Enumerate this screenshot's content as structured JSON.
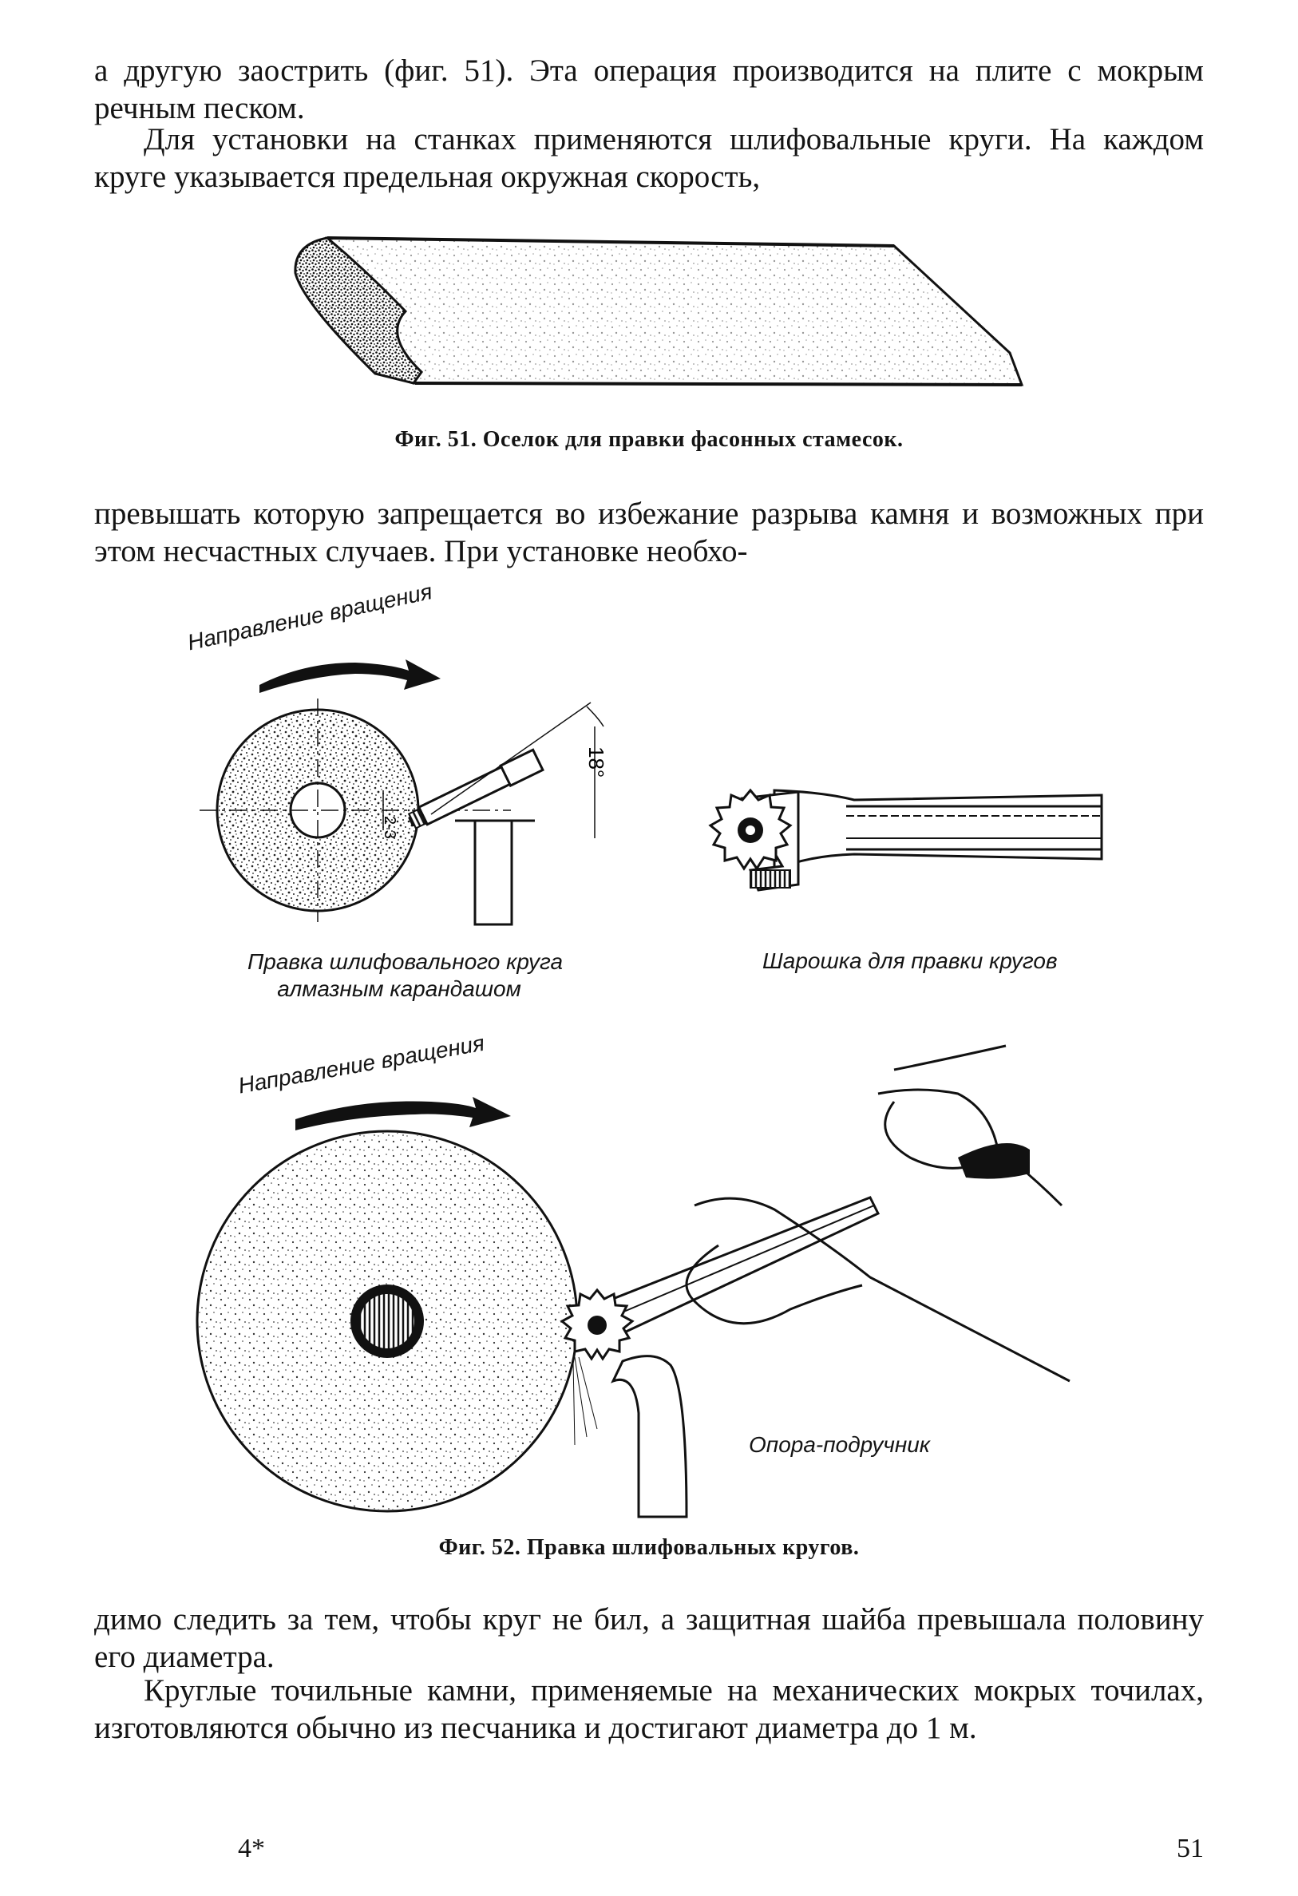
{
  "paragraphs": {
    "p1": "а другую заострить (фиг. 51). Эта операция производится на плите с мокрым речным песком.",
    "p2": "Для установки на станках применяются шлифовальные круги. На каждом круге указывается предельная окружная скорость,",
    "p3": "превышать которую запрещается во избежание разрыва камня и возможных при этом несчастных случаев. При установке необхо-",
    "p4": "димо следить за тем, чтобы круг не бил, а защитная шайба превышала половину его диаметра.",
    "p5": "Круглые точильные камни, применяемые на механических мокрых точилах, изготовляются обычно из песчаника и достигают диаметра до 1 м."
  },
  "fig51": {
    "caption": "Фиг. 51. Оселок для правки фасонных стамесок."
  },
  "fig52": {
    "caption": "Фиг. 52. Правка шлифовальных кругов.",
    "top_left_arrow_label": "Направление вращения",
    "top_left_caption_line1": "Правка шлифовального круга",
    "top_left_caption_line2": "алмазным карандашом",
    "dim_label_gap": "2-3",
    "dim_label_angle": "18°",
    "top_right_caption": "Шарошка для правки кругов",
    "bottom_arrow_label": "Направление вращения",
    "support_label": "Опора-подручник"
  },
  "page": {
    "footer_left": "4*",
    "page_number": "51"
  }
}
